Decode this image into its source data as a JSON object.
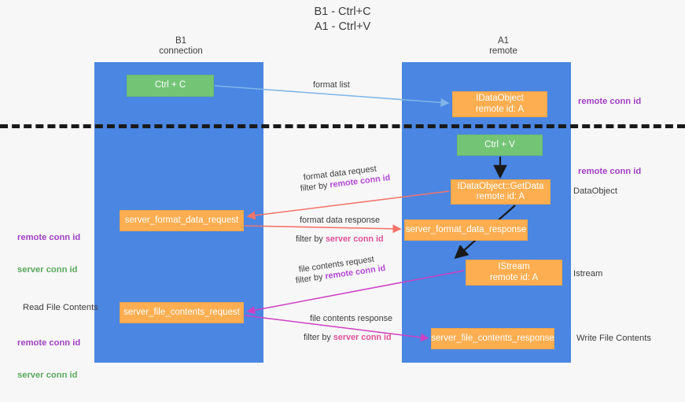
{
  "title": "B1 - Ctrl+C\nA1 - Ctrl+V",
  "columns": {
    "left": {
      "name": "B1",
      "role": "connection",
      "header": "B1\nconnection"
    },
    "right": {
      "name": "A1",
      "role": "remote",
      "header": "A1\nremote"
    }
  },
  "colors": {
    "lane": "#4a86e2",
    "green_node": "#74c476",
    "orange_node": "#fcae51",
    "divider": "#1a1a1a",
    "background": "#f7f7f7",
    "remote_conn_id": "#a13fc4",
    "server_conn_id": "#5aa85c",
    "arrow_blue": "#7fb5e8",
    "arrow_red": "#f4736b",
    "arrow_magenta": "#cf3fc4",
    "arrow_black": "#1a1a1a",
    "label_pink": "#e0509a",
    "label_purple": "#b548d6"
  },
  "nodes": {
    "ctrl_c": "Ctrl + C",
    "idataobject": "IDataObject\nremote id: A",
    "ctrl_v": "Ctrl + V",
    "getdata": "IDataObject::GetData\nremote id: A",
    "server_format_data_request": "server_format_data_request",
    "server_format_data_response": "server_format_data_response",
    "istream": "IStream\nremote id: A",
    "server_file_contents_request": "server_file_contents_request",
    "server_file_contents_response": "server_file_contents_response"
  },
  "edge_labels": {
    "format_list": "format list",
    "format_data_request": "format data request",
    "format_data_request_filter_prefix": "filter by ",
    "format_data_request_filter_value": "remote conn id",
    "format_data_response": "format data response",
    "format_data_response_filter_prefix": "filter by ",
    "format_data_response_filter_value": "server conn id",
    "file_contents_request": "file contents request",
    "file_contents_request_filter_prefix": "filter by ",
    "file_contents_request_filter_value": "remote conn id",
    "file_contents_response": "file contents response",
    "file_contents_response_filter_prefix": "filter by ",
    "file_contents_response_filter_value": "server conn id"
  },
  "annotations": {
    "right_remote_conn_id_top": "remote conn id",
    "right_remote_conn_id_mid": "remote conn id",
    "right_dataobject": "DataObject",
    "right_istream": "Istream",
    "right_write_file_contents": "Write File Contents",
    "left_remote_conn_id": "remote conn id",
    "left_server_conn_id": "server conn id",
    "left_read_file_contents": "Read File Contents",
    "left_remote_conn_id_2": "remote conn id",
    "left_server_conn_id_2": "server conn id"
  }
}
